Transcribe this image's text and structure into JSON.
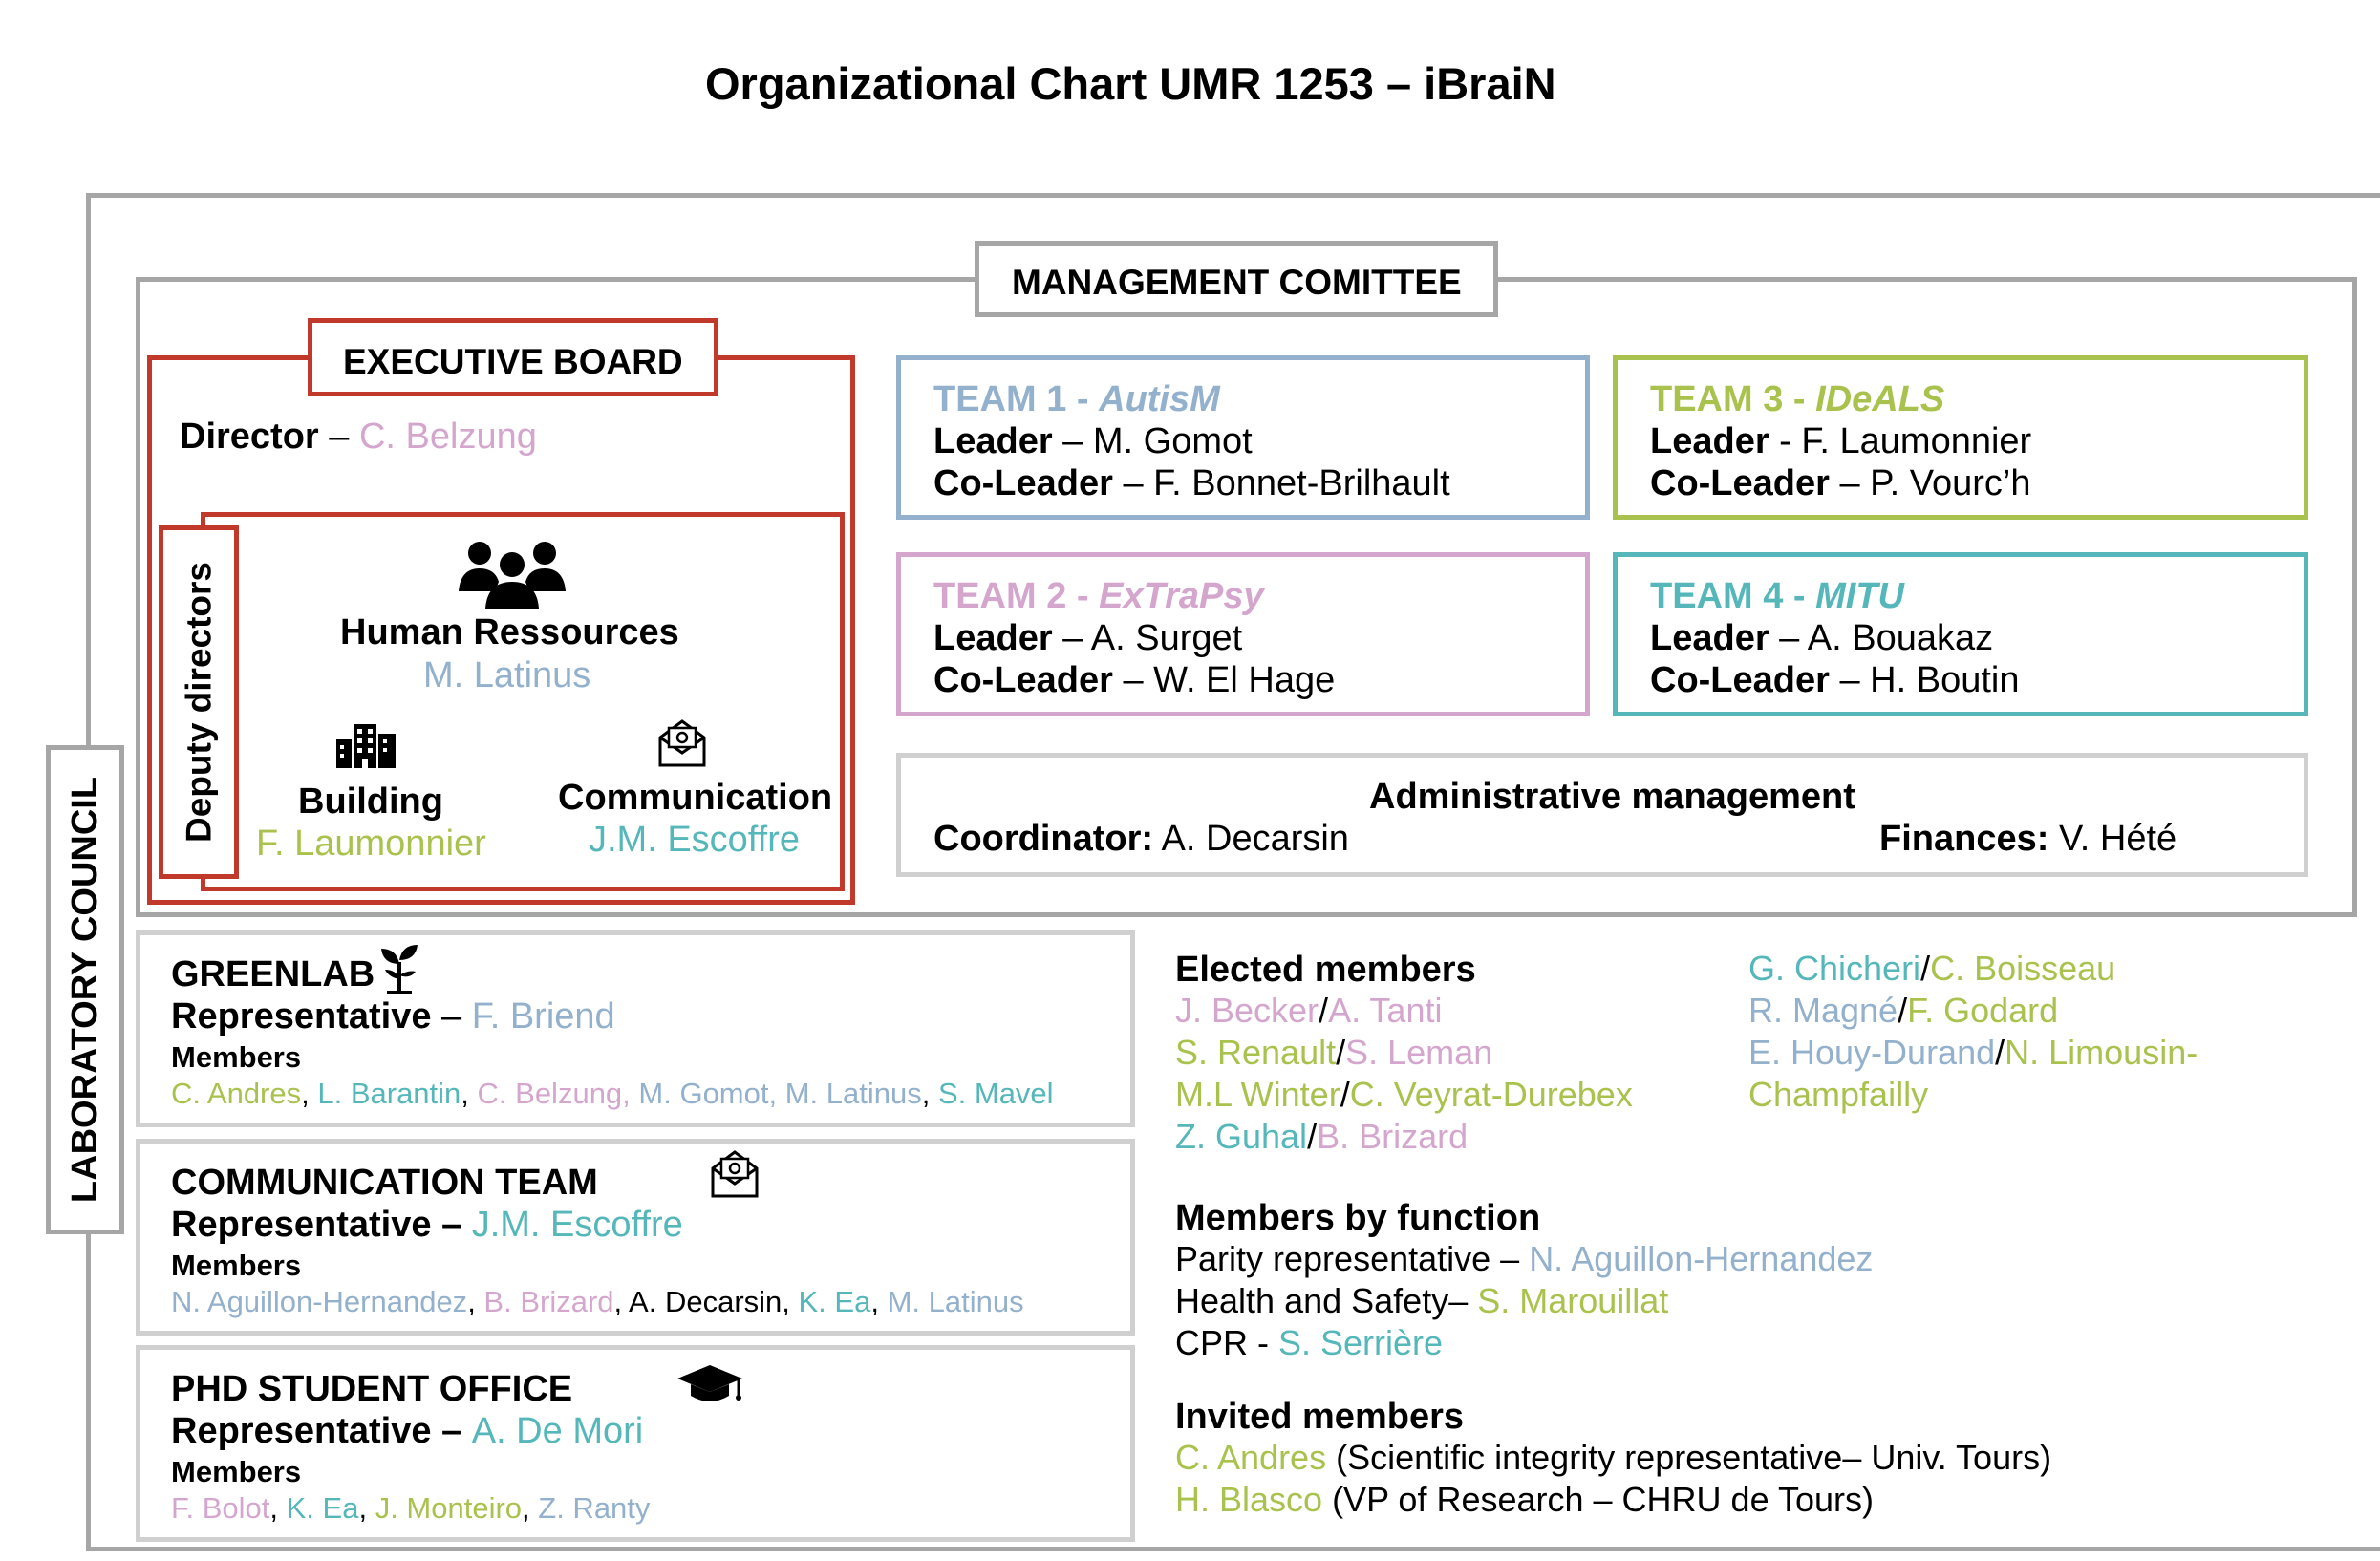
{
  "title": "Organizational Chart UMR 1253 – iBraiN",
  "laboratory_council": "LABORATORY COUNCIL",
  "management_committee": "MANAGEMENT COMITTEE",
  "executive_board": {
    "label": "EXECUTIVE BOARD",
    "director_label": "Director",
    "director_sep": " – ",
    "director_name": "C. Belzung",
    "deputy_label": "Deputy directors",
    "hr_title": "Human Ressources",
    "hr_name": "M. Latinus",
    "building_title": "Building",
    "building_name": "F. Laumonnier",
    "comm_title": "Communication",
    "comm_name": "J.M. Escoffre"
  },
  "teams": [
    {
      "title": "TEAM 1 - ",
      "name": "AutisM",
      "leader_label": "Leader",
      "leader": " – M. Gomot",
      "coleader_label": "Co-Leader",
      "coleader": " – F. Bonnet-Brilhault",
      "color": "#93b0cc"
    },
    {
      "title": "TEAM 2 - ",
      "name": "ExTraPsy",
      "leader_label": "Leader",
      "leader": " – A. Surget",
      "coleader_label": "Co-Leader",
      "coleader": " – W. El Hage",
      "color": "#d5a6cd"
    },
    {
      "title": "TEAM 3 - ",
      "name": "IDeALS",
      "leader_label": "Leader",
      "leader": " - F. Laumonnier",
      "coleader_label": "Co-Leader",
      "coleader": " – P. Vourc’h",
      "color": "#a9c24d"
    },
    {
      "title": "TEAM 4 - ",
      "name": "MITU",
      "leader_label": "Leader",
      "leader": " – A. Bouakaz",
      "coleader_label": "Co-Leader",
      "coleader": " – H. Boutin",
      "color": "#55b7b9"
    }
  ],
  "admin": {
    "title": "Administrative management",
    "coordinator_label": "Coordinator:",
    "coordinator": " A. Decarsin",
    "finances_label": "Finances:",
    "finances": " V. Hété"
  },
  "greenlab": {
    "title": "GREENLAB",
    "rep_label": "Representative",
    "rep_sep": " – ",
    "rep_name": "F. Briend",
    "members_label": "Members",
    "members": [
      {
        "text": "C. Andres",
        "color": "green"
      },
      {
        "text": ", ",
        "color": "black"
      },
      {
        "text": "L. Barantin",
        "color": "teal"
      },
      {
        "text": ", ",
        "color": "black"
      },
      {
        "text": "C. Belzung, ",
        "color": "pink"
      },
      {
        "text": "M. Gomot, M. Latinus",
        "color": "blue"
      },
      {
        "text": ", ",
        "color": "black"
      },
      {
        "text": "S. Mavel",
        "color": "teal"
      }
    ]
  },
  "communication_team": {
    "title": "COMMUNICATION TEAM",
    "rep_label": "Representative – ",
    "rep_name": "J.M. Escoffre",
    "members_label": "Members",
    "members": [
      {
        "text": "N. Aguillon-Hernandez",
        "color": "blue"
      },
      {
        "text": ", ",
        "color": "black"
      },
      {
        "text": "B. Brizard",
        "color": "pink"
      },
      {
        "text": ", A. Decarsin, ",
        "color": "black"
      },
      {
        "text": "K. Ea",
        "color": "teal"
      },
      {
        "text": ", ",
        "color": "black"
      },
      {
        "text": "M. Latinus",
        "color": "blue"
      }
    ]
  },
  "phd_office": {
    "title": "PHD STUDENT OFFICE",
    "rep_label": "Representative – ",
    "rep_name": "A. De Mori",
    "members_label": "Members",
    "members": [
      {
        "text": "F. Bolot",
        "color": "pink"
      },
      {
        "text": ", ",
        "color": "black"
      },
      {
        "text": "K. Ea",
        "color": "teal"
      },
      {
        "text": ", ",
        "color": "black"
      },
      {
        "text": "J. Monteiro",
        "color": "green"
      },
      {
        "text": ", ",
        "color": "black"
      },
      {
        "text": "Z. Ranty",
        "color": "blue"
      }
    ]
  },
  "elected": {
    "title": "Elected members",
    "left": [
      [
        {
          "text": "J. Becker",
          "color": "pink"
        },
        {
          "text": "/",
          "color": "black"
        },
        {
          "text": "A. Tanti",
          "color": "pink"
        }
      ],
      [
        {
          "text": "S. Renault",
          "color": "green"
        },
        {
          "text": "/",
          "color": "black"
        },
        {
          "text": "S. Leman",
          "color": "pink"
        }
      ],
      [
        {
          "text": "M.L Winter",
          "color": "green"
        },
        {
          "text": "/",
          "color": "black"
        },
        {
          "text": "C. Veyrat-Durebex",
          "color": "green"
        }
      ],
      [
        {
          "text": "Z. Guhal",
          "color": "teal"
        },
        {
          "text": "/",
          "color": "black"
        },
        {
          "text": "B. Brizard",
          "color": "pink"
        }
      ]
    ],
    "right": [
      [
        {
          "text": "G. Chicheri",
          "color": "teal"
        },
        {
          "text": "/",
          "color": "black"
        },
        {
          "text": "C. Boisseau",
          "color": "green"
        }
      ],
      [
        {
          "text": "R. Magné",
          "color": "blue"
        },
        {
          "text": "/",
          "color": "black"
        },
        {
          "text": "F. Godard",
          "color": "green"
        }
      ],
      [
        {
          "text": "E. Houy-Durand",
          "color": "blue"
        },
        {
          "text": "/",
          "color": "black"
        },
        {
          "text": "N. Limousin-",
          "color": "green"
        }
      ],
      [
        {
          "text": "Champfailly",
          "color": "green"
        }
      ]
    ]
  },
  "by_function": {
    "title": "Members by function",
    "rows": [
      {
        "label": "Parity representative – ",
        "name": "N. Aguillon-Hernandez",
        "color": "blue"
      },
      {
        "label": "Health and Safety– ",
        "name": "S. Marouillat",
        "color": "green"
      },
      {
        "label": "CPR - ",
        "name": "S. Serrière",
        "color": "teal"
      }
    ]
  },
  "invited": {
    "title": "Invited members",
    "rows": [
      {
        "name": "C. Andres",
        "color": "green",
        "role": " (Scientific integrity representative– Univ. Tours)"
      },
      {
        "name": "H. Blasco",
        "color": "green",
        "role": " (VP of Research – CHRU de Tours)"
      }
    ]
  },
  "icons": {
    "hr": "people-group-icon",
    "building": "building-icon",
    "communication": "envelope-at-icon",
    "greenlab": "sprout-icon",
    "communication_team": "envelope-at-icon",
    "phd": "graduation-cap-icon"
  },
  "colors": {
    "executive": "#c0392b",
    "frame": "#a6a6a6",
    "admin_border": "#d0d0d0"
  }
}
